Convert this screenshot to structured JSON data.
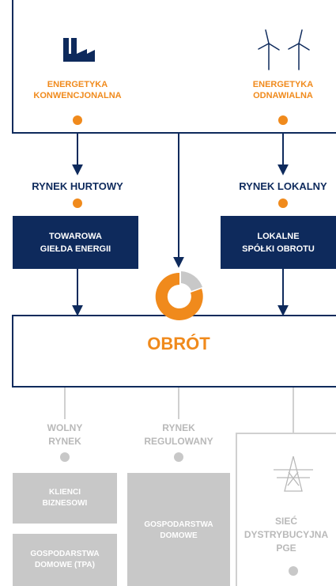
{
  "colors": {
    "navy": "#0e2a5c",
    "orange": "#f08a1c",
    "grey": "#b9b9b9",
    "grey_box": "#c8c8c8",
    "white": "#ffffff"
  },
  "top": {
    "conventional": {
      "icon": "factory-icon",
      "label": "ENERGETYKA\nKONWENCJONALNA"
    },
    "renewable": {
      "icon": "wind-turbines-icon",
      "label": "ENERGETYKA\nODNAWIALNA"
    }
  },
  "markets": {
    "wholesale": {
      "label": "RYNEK HURTOWY",
      "box": "TOWAROWA\nGIEŁDA ENERGII"
    },
    "local": {
      "label": "RYNEK LOKALNY",
      "box": "LOKALNE\nSPÓŁKI OBROTU"
    }
  },
  "trading": {
    "icon": "donut-chart-icon",
    "label": "OBRÓT"
  },
  "bottom": {
    "free": {
      "label": "WOLNY\nRYNEK",
      "boxes": [
        "KLIENCI\nBIZNESOWI",
        "GOSPODARSTWA\nDOMOWE (TPA)"
      ]
    },
    "regulated": {
      "label": "RYNEK\nREGULOWANY",
      "box": "GOSPODARSTWA\nDOMOWE"
    },
    "network": {
      "icon": "power-pylon-icon",
      "label": "SIEĆ\nDYSTRYBUCYJNA\nPGE"
    }
  }
}
